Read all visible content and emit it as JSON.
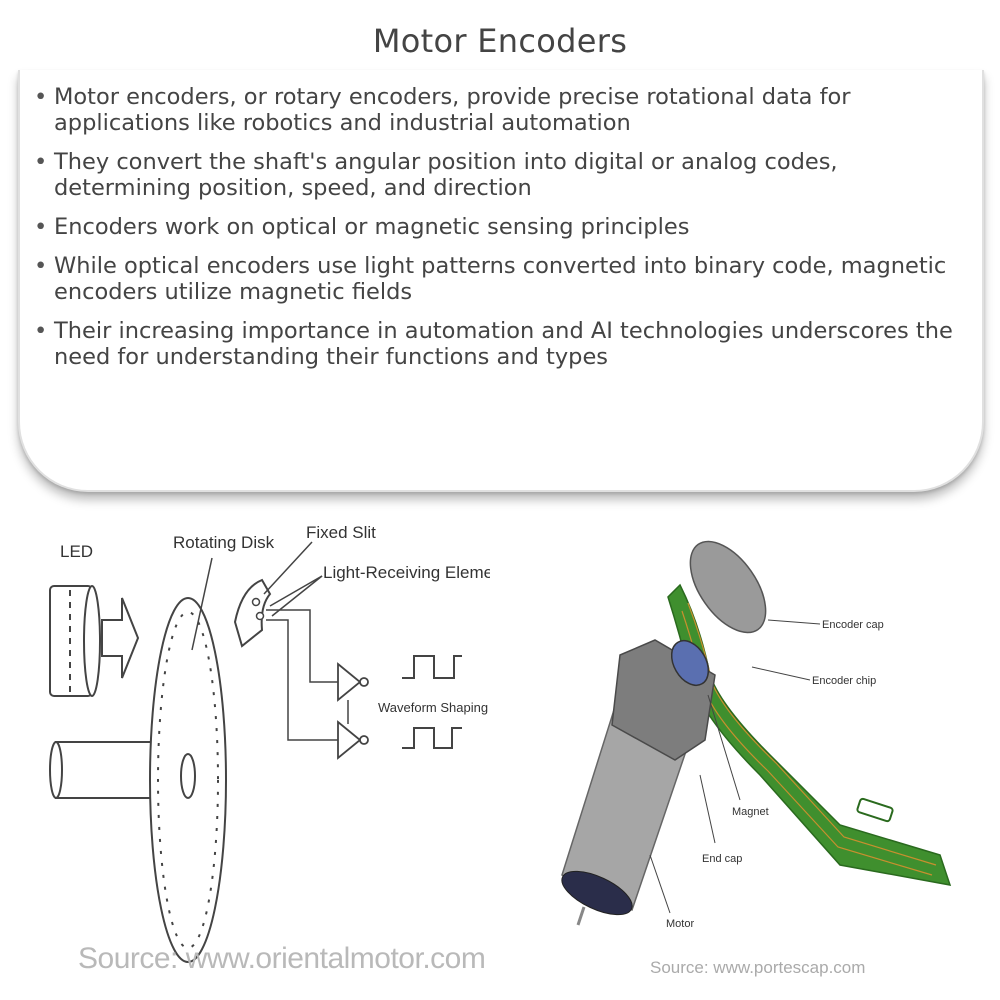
{
  "title": "Motor Encoders",
  "bullets": [
    "Motor encoders, or rotary encoders, provide precise rotational data for applications like robotics and industrial automation",
    "They convert the shaft's angular position into digital or analog codes, determining position, speed, and direction",
    "Encoders work on optical or magnetic sensing principles",
    "While optical encoders use light patterns converted into binary code, magnetic encoders utilize magnetic fields",
    "Their increasing importance in automation and AI technologies underscores the need for understanding their functions and types"
  ],
  "left_figure": {
    "labels": {
      "led": "LED",
      "rotating_disk": "Rotating Disk",
      "fixed_slit": "Fixed Slit",
      "light_receiving": "Light-Receiving Element",
      "waveform": "Waveform Shaping Circuit"
    },
    "source": "Source: www.orientalmotor.com"
  },
  "right_figure": {
    "labels": {
      "encoder_cap": "Encoder cap",
      "encoder_chip": "Encoder chip",
      "magnet": "Magnet",
      "end_cap": "End cap",
      "motor": "Motor"
    },
    "source": "Source: www.portescap.com"
  },
  "colors": {
    "pcb_green": "#3f8f2e",
    "motor_gray": "#a6a6a6",
    "magnet_blue": "#5a6fb0"
  }
}
